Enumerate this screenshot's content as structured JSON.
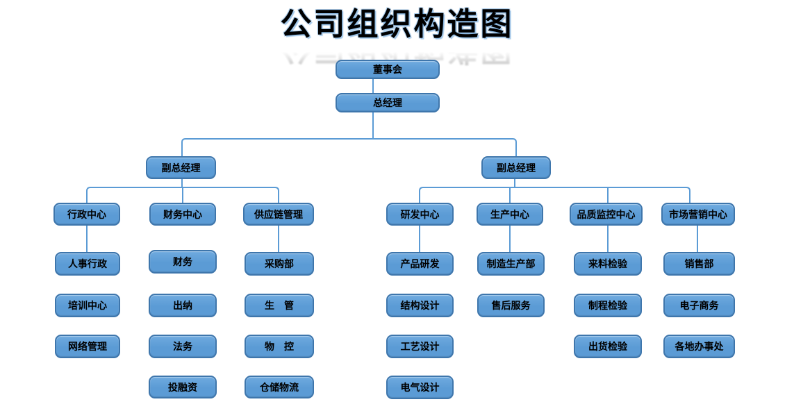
{
  "title": "公司组织构造图",
  "org": {
    "level1": "董事会",
    "level2": "总经理",
    "branches": [
      {
        "label": "副总经理",
        "departments": [
          {
            "label": "行政中心",
            "children": [
              "人事行政",
              "培训中心",
              "网络管理"
            ]
          },
          {
            "label": "财务中心",
            "children": [
              "财务",
              "出纳",
              "法务",
              "投融资"
            ]
          },
          {
            "label": "供应链管理",
            "children": [
              "采购部",
              "生　管",
              "物　控",
              "仓储物流"
            ]
          }
        ]
      },
      {
        "label": "副总经理",
        "departments": [
          {
            "label": "研发中心",
            "children": [
              "产品研发",
              "结构设计",
              "工艺设计",
              "电气设计"
            ]
          },
          {
            "label": "生产中心",
            "children": [
              "制造生产部",
              "售后服务"
            ]
          },
          {
            "label": "品质监控中心",
            "children": [
              "来料检验",
              "制程检验",
              "出货检验"
            ]
          },
          {
            "label": "市场营销中心",
            "children": [
              "销售部",
              "电子商务",
              "各地办事处"
            ]
          }
        ]
      }
    ]
  },
  "colors": {
    "box_fill": "#5B9BD5",
    "box_fill_light": "#6FAADF",
    "box_border": "#3E76AC",
    "line": "#5B9BD5",
    "text": "#000000",
    "background": "#FFFFFF"
  }
}
